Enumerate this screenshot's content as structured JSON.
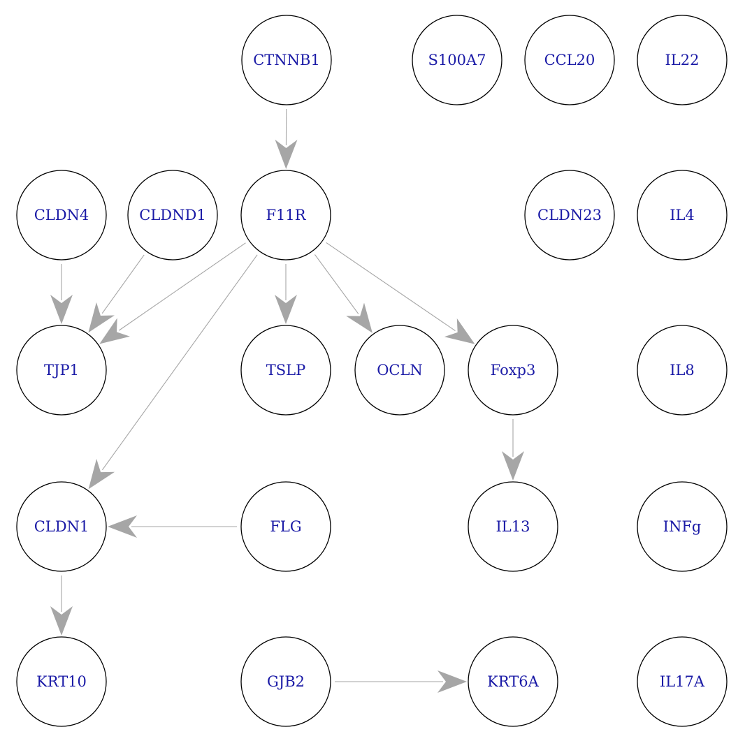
{
  "style": {
    "edge_color": "#a6a6a6",
    "label_color": "#1a1aa6",
    "node_stroke": "#000000",
    "node_fill": "#ffffff"
  },
  "nodes": [
    {
      "id": "CTNNB1",
      "label": "CTNNB1"
    },
    {
      "id": "S100A7",
      "label": "S100A7"
    },
    {
      "id": "CCL20",
      "label": "CCL20"
    },
    {
      "id": "IL22",
      "label": "IL22"
    },
    {
      "id": "CLDN4",
      "label": "CLDN4"
    },
    {
      "id": "CLDND1",
      "label": "CLDND1"
    },
    {
      "id": "F11R",
      "label": "F11R"
    },
    {
      "id": "CLDN23",
      "label": "CLDN23"
    },
    {
      "id": "IL4",
      "label": "IL4"
    },
    {
      "id": "TJP1",
      "label": "TJP1"
    },
    {
      "id": "TSLP",
      "label": "TSLP"
    },
    {
      "id": "OCLN",
      "label": "OCLN"
    },
    {
      "id": "Foxp3",
      "label": "Foxp3"
    },
    {
      "id": "IL8",
      "label": "IL8"
    },
    {
      "id": "CLDN1",
      "label": "CLDN1"
    },
    {
      "id": "FLG",
      "label": "FLG"
    },
    {
      "id": "IL13",
      "label": "IL13"
    },
    {
      "id": "INFg",
      "label": "INFg"
    },
    {
      "id": "KRT10",
      "label": "KRT10"
    },
    {
      "id": "GJB2",
      "label": "GJB2"
    },
    {
      "id": "KRT6A",
      "label": "KRT6A"
    },
    {
      "id": "IL17A",
      "label": "IL17A"
    }
  ],
  "edges": [
    {
      "from": "CTNNB1",
      "to": "F11R"
    },
    {
      "from": "CLDN4",
      "to": "TJP1"
    },
    {
      "from": "CLDND1",
      "to": "TJP1"
    },
    {
      "from": "F11R",
      "to": "TJP1"
    },
    {
      "from": "F11R",
      "to": "CLDN1"
    },
    {
      "from": "F11R",
      "to": "TSLP"
    },
    {
      "from": "F11R",
      "to": "OCLN"
    },
    {
      "from": "F11R",
      "to": "Foxp3"
    },
    {
      "from": "Foxp3",
      "to": "IL13"
    },
    {
      "from": "FLG",
      "to": "CLDN1"
    },
    {
      "from": "CLDN1",
      "to": "KRT10"
    },
    {
      "from": "GJB2",
      "to": "KRT6A"
    }
  ]
}
